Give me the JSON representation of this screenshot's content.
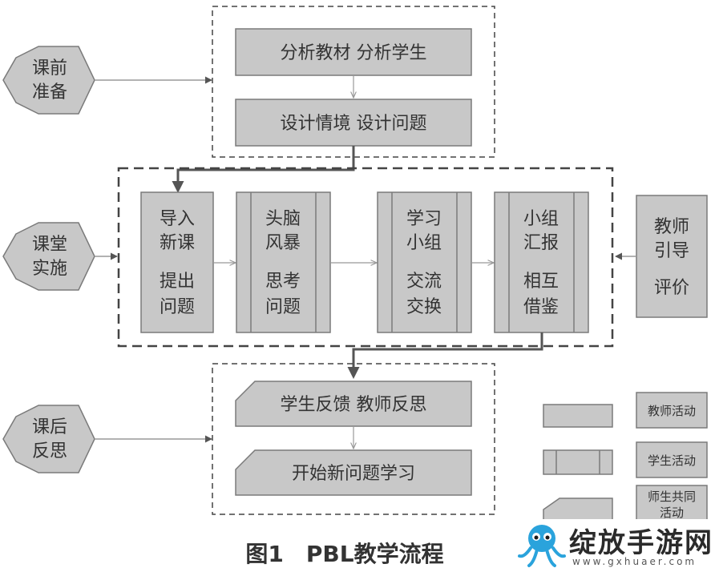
{
  "stages": [
    {
      "line1": "课前",
      "line2": "准备"
    },
    {
      "line1": "课堂",
      "line2": "实施"
    },
    {
      "line1": "课后",
      "line2": "反思"
    }
  ],
  "prep": {
    "box1": "分析教材 分析学生",
    "box2": "设计情境 设计问题"
  },
  "classroom": {
    "steps": [
      {
        "a1": "导入",
        "a2": "新课",
        "b1": "提出",
        "b2": "问题"
      },
      {
        "a1": "头脑",
        "a2": "风暴",
        "b1": "思考",
        "b2": "问题"
      },
      {
        "a1": "学习",
        "a2": "小组",
        "b1": "交流",
        "b2": "交换"
      },
      {
        "a1": "小组",
        "a2": "汇报",
        "b1": "相互",
        "b2": "借鉴"
      }
    ],
    "teacher": {
      "l1": "教师",
      "l2": "引导",
      "l3": "评价"
    }
  },
  "reflect": {
    "box1": "学生反馈 教师反思",
    "box2": "开始新问题学习"
  },
  "legend": {
    "teacher": "教师活动",
    "student": "学生活动",
    "joint_l1": "师生共同",
    "joint_l2": "活动"
  },
  "caption": {
    "num": "图1",
    "title": "PBL教学流程"
  },
  "watermark": {
    "text": "绽放手游网",
    "url": "www.gxhuaer.com"
  },
  "colors": {
    "box_fill": "#c8c8c8",
    "box_stroke": "#7a7a7a",
    "dash": "#444444",
    "text": "#333333",
    "arrow": "#999999",
    "bold_arrow": "#555555"
  }
}
